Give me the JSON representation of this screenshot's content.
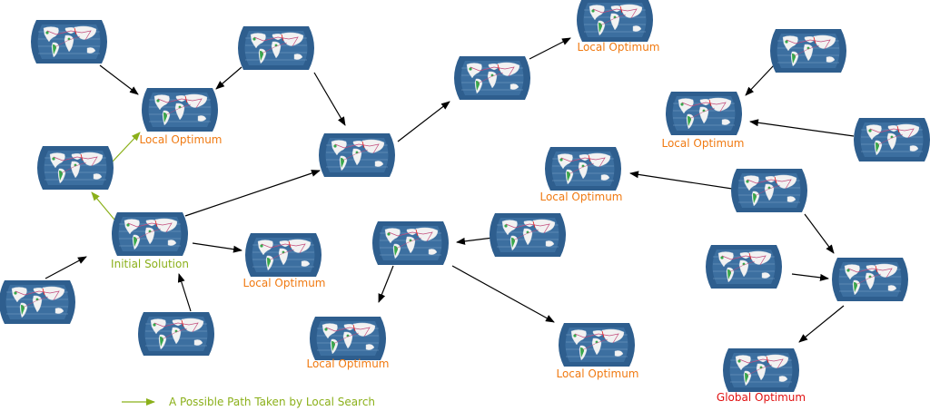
{
  "colors": {
    "map_frame": "#2e5e8e",
    "map_land": "#f2f2f2",
    "map_grid": "#8fb3d6",
    "map_route": "#c24a7a",
    "map_green": "#37a84b",
    "arrow_default": "#000000",
    "arrow_path": "#8bb01a",
    "label_local": "#f07a12",
    "label_initial": "#8bb01a",
    "label_global": "#e01010"
  },
  "labels": {
    "local_optimum": "Local Optimum",
    "initial_solution": "Initial Solution",
    "global_optimum": "Global Optimum"
  },
  "legend": {
    "text": "A Possible Path Taken by Local Search"
  },
  "node_icon": "world-map-icon"
}
